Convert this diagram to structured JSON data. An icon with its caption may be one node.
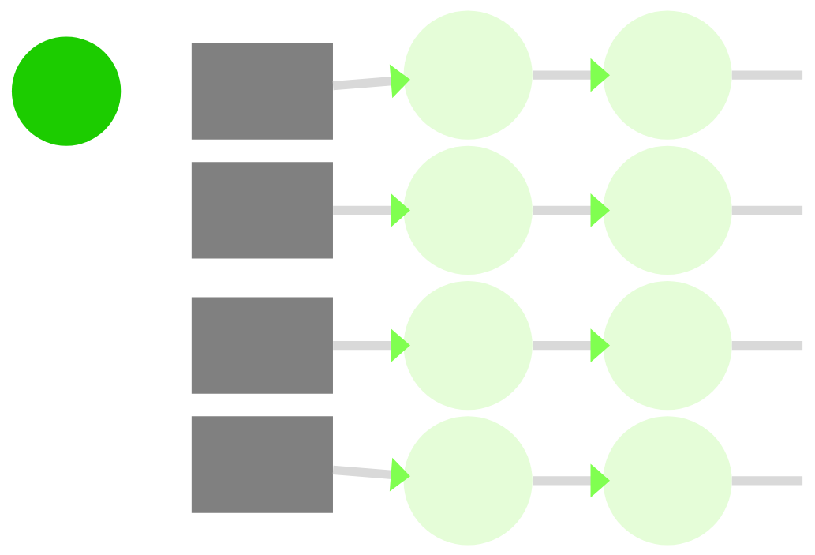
{
  "diagram": {
    "nodes": [
      {
        "text": [],
        "shape": "circle"
      },
      {
        "text": [],
        "shape": "box"
      },
      {
        "text": [],
        "shape": "circle"
      },
      {
        "text": [],
        "shape": "circle"
      },
      {
        "text": [],
        "shape": "box"
      },
      {
        "text": [],
        "shape": "circle"
      },
      {
        "text": [],
        "shape": "circle"
      },
      {
        "text": [],
        "shape": "box"
      },
      {
        "text": [],
        "shape": "circle"
      },
      {
        "text": [],
        "shape": "circle"
      },
      {
        "text": [],
        "shape": "box"
      },
      {
        "text": [],
        "shape": "circle"
      },
      {
        "text": [],
        "shape": "circle"
      }
    ],
    "edges": [
      {
        "from": 1,
        "to": 2,
        "arrow": "to"
      },
      {
        "from": 2,
        "to": 3,
        "arrow": "to"
      },
      {
        "from": 3,
        "to": null,
        "arrow": "none"
      },
      {
        "from": 4,
        "to": 5,
        "arrow": "to"
      },
      {
        "from": 5,
        "to": 6,
        "arrow": "to"
      },
      {
        "from": 6,
        "to": null,
        "arrow": "none"
      },
      {
        "from": 7,
        "to": 8,
        "arrow": "to"
      },
      {
        "from": 8,
        "to": 9,
        "arrow": "to"
      },
      {
        "from": 9,
        "to": null,
        "arrow": "none"
      },
      {
        "from": 10,
        "to": 11,
        "arrow": "to"
      },
      {
        "from": 11,
        "to": 12,
        "arrow": "to"
      },
      {
        "from": 12,
        "to": null,
        "arrow": "none"
      }
    ]
  }
}
